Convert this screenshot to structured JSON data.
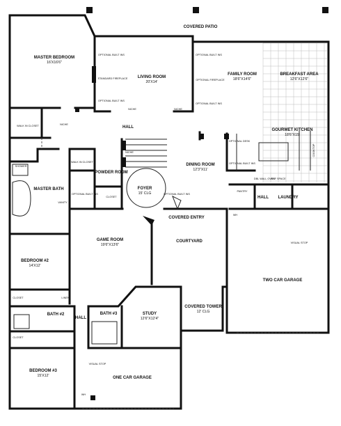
{
  "exterior": {
    "covered_patio": "COVERED PATIO",
    "covered_entry": "COVERED ENTRY",
    "courtyard": "COURTYARD",
    "covered_tower": "COVERED TOWER",
    "covered_tower_dim": "12' CLG"
  },
  "rooms": {
    "master_bedroom": {
      "name": "MASTER BEDROOM",
      "dim": "16'X16'6\""
    },
    "living_room": {
      "name": "LIVING ROOM",
      "dim": "20'X14'"
    },
    "family_room": {
      "name": "FAMILY ROOM",
      "dim": "18'6\"X14'6\""
    },
    "breakfast_area": {
      "name": "BREAKFAST AREA",
      "dim": "12'6\"X12'6\""
    },
    "gourmet_kitchen": {
      "name": "GOURMET KITCHEN",
      "dim": "18'6\"X15'"
    },
    "dining_room": {
      "name": "DINING ROOM",
      "dim": "12'3\"X11'"
    },
    "foyer": {
      "name": "FOYER",
      "dim": "15' CLG"
    },
    "powder_room": {
      "name": "POWDER ROOM"
    },
    "master_bath": {
      "name": "MASTER BATH"
    },
    "game_room": {
      "name": "GAME ROOM",
      "dim": "19'6\"X13'6\""
    },
    "bedroom2": {
      "name": "BEDROOM #2",
      "dim": "14'X12'"
    },
    "bath2": {
      "name": "BATH #2"
    },
    "bath3": {
      "name": "BATH #3"
    },
    "study": {
      "name": "STUDY",
      "dim": "12'6\"X12'4\""
    },
    "bedroom3": {
      "name": "BEDROOM #3",
      "dim": "15'X12'"
    },
    "two_car_garage": {
      "name": "TWO CAR GARAGE"
    },
    "one_car_garage": {
      "name": "ONE CAR GARAGE"
    },
    "hall_main": "HALL",
    "hall_laundry": "HALL",
    "hall_bedrooms": "HALL",
    "laundry": "LAUNDRY",
    "pantry": "PANTRY"
  },
  "features": {
    "walk_in_closet_1": "WALK IN CLOSET",
    "walk_in_closet_2": "WALK IN CLOSET",
    "shower": "SHOWER",
    "vanity": "VANITY",
    "niche_1": "NICHE",
    "niche_2": "NICHE",
    "niche_3": "NICHE",
    "niche_4": "NICHE",
    "optional_built_ins_1": "OPTIONAL BUILT INS",
    "standard_fireplace": "STANDARD FIREPLACE",
    "optional_built_ins_2": "OPTIONAL BUILT INS",
    "optional_built_ins_3": "OPTIONAL BUILT INS",
    "optional_fireplace": "OPTIONAL FIREPLACE",
    "optional_built_ins_4": "OPTIONAL BUILT INS",
    "optional_built_ins_5": "OPTIONAL BUILT INS",
    "optional_built_ins_6": "OPTIONAL BUILT INS",
    "optional_desk": "OPTIONAL DESK",
    "optional_built_ins_7": "OPTIONAL BUILT INS",
    "cooktop": "COOKTOP",
    "closet_1": "CLOSET",
    "closet_2": "CLOSET",
    "closet_3": "CLOSET",
    "linen": "LINEN",
    "wh_1": "WH",
    "wh_2": "WH",
    "visual_stop_1": "VISUAL STOP",
    "visual_stop_2": "VISUAL STOP",
    "ref_space": "REF SPACE",
    "dbl_wall_oven": "DBL WALL OVEN"
  }
}
